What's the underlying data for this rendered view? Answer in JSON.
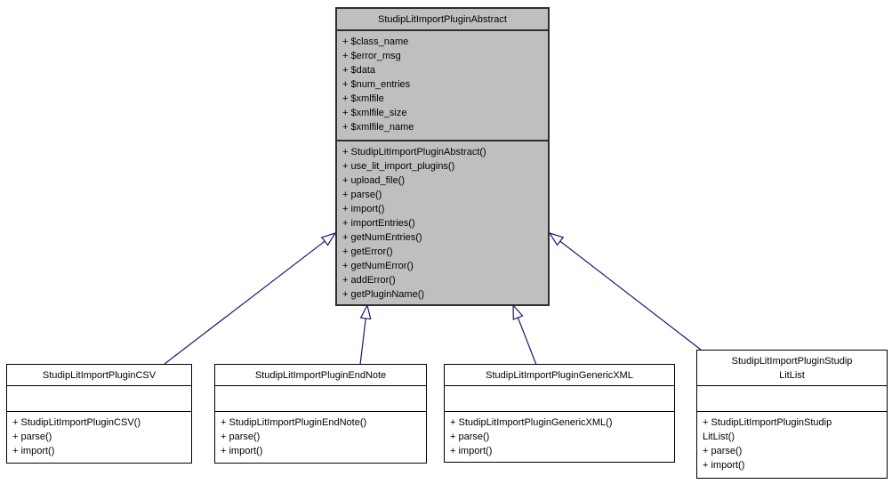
{
  "colors": {
    "edge": "#191970",
    "base_fill": "#bfbfbf",
    "node_fill": "#ffffff"
  },
  "base": {
    "title": "StudipLitImportPluginAbstract",
    "attributes": [
      "+ $class_name",
      "+ $error_msg",
      "+ $data",
      "+ $num_entries",
      "+ $xmlfile",
      "+ $xmlfile_size",
      "+ $xmlfile_name"
    ],
    "methods": [
      "+ StudipLitImportPluginAbstract()",
      "+ use_lit_import_plugins()",
      "+ upload_file()",
      "+ parse()",
      "+ import()",
      "+ importEntries()",
      "+ getNumEntries()",
      "+ getError()",
      "+ getNumError()",
      "+ addError()",
      "+ getPluginName()"
    ]
  },
  "subclasses": [
    {
      "title": "StudipLitImportPluginCSV",
      "methods": [
        "+ StudipLitImportPluginCSV()",
        "+ parse()",
        "+ import()"
      ]
    },
    {
      "title": "StudipLitImportPluginEndNote",
      "methods": [
        "+ StudipLitImportPluginEndNote()",
        "+ parse()",
        "+ import()"
      ]
    },
    {
      "title": "StudipLitImportPluginGenericXML",
      "methods": [
        "+ StudipLitImportPluginGenericXML()",
        "+ parse()",
        "+ import()"
      ]
    },
    {
      "title": "StudipLitImportPluginStudip\nLitList",
      "methods": [
        "+ StudipLitImportPluginStudip\nLitList()",
        "+ parse()",
        "+ import()"
      ]
    }
  ]
}
